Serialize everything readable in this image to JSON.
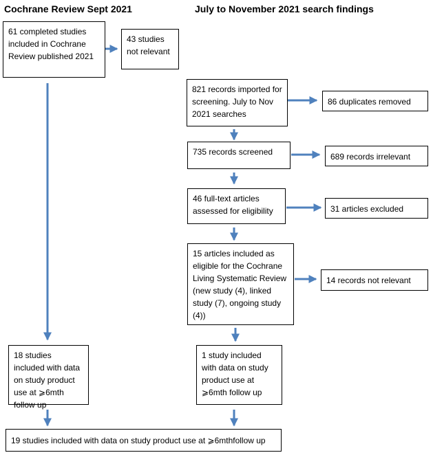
{
  "headers": {
    "left": "Cochrane Review Sept 2021",
    "right": "July to November 2021 search findings"
  },
  "boxes": {
    "cochrane_completed": "61 completed studies included in Cochrane Review published 2021",
    "not_relevant_43": "43 studies not relevant",
    "imported": "821 records imported for screening. July to Nov 2021 searches",
    "duplicates": "86 duplicates removed",
    "screened": "735 records screened",
    "irrelevant": "689 records irrelevant",
    "fulltext": "46 full-text articles assessed for eligibility",
    "excluded": "31 articles excluded",
    "included_living": "15 articles included as eligible for the Cochrane Living Systematic Review (new study (4), linked study (7), ongoing study (4))",
    "not_relevant_14": "14 records not relevant",
    "left_included": "18 studies included with data on study product use at ⩾6mth follow up",
    "right_included": "1 study included with data on study product use at ⩾6mth follow up",
    "final": "19 studies included with data on study product use at ⩾6mthfollow up"
  },
  "colors": {
    "arrow": "#4f81bd",
    "border": "#000000"
  }
}
